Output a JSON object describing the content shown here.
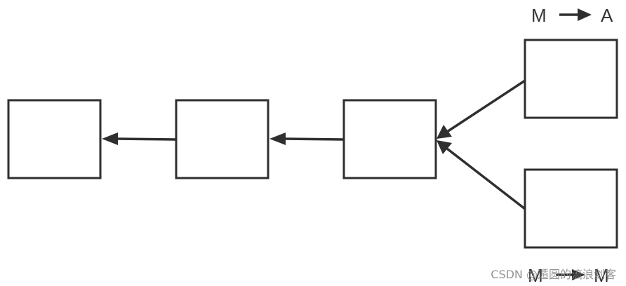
{
  "diagram": {
    "nodes": [
      {
        "id": "box-1",
        "label": ""
      },
      {
        "id": "box-2",
        "label": ""
      },
      {
        "id": "box-3",
        "label": ""
      },
      {
        "id": "box-top-right",
        "label": ""
      },
      {
        "id": "box-bottom-right",
        "label": ""
      }
    ],
    "edges": [
      {
        "from": "box-2",
        "to": "box-1"
      },
      {
        "from": "box-3",
        "to": "box-2"
      },
      {
        "from": "box-top-right",
        "to": "box-3"
      },
      {
        "from": "box-bottom-right",
        "to": "box-3"
      }
    ]
  },
  "legend_top": {
    "from": "M",
    "to": "A"
  },
  "legend_bottom": {
    "from": "M",
    "to": "M"
  },
  "watermark": "CSDN @遁圆的流浪剑客",
  "colors": {
    "stroke": "#2f2f2f",
    "background": "#ffffff",
    "watermark": "#8a8a8a"
  }
}
